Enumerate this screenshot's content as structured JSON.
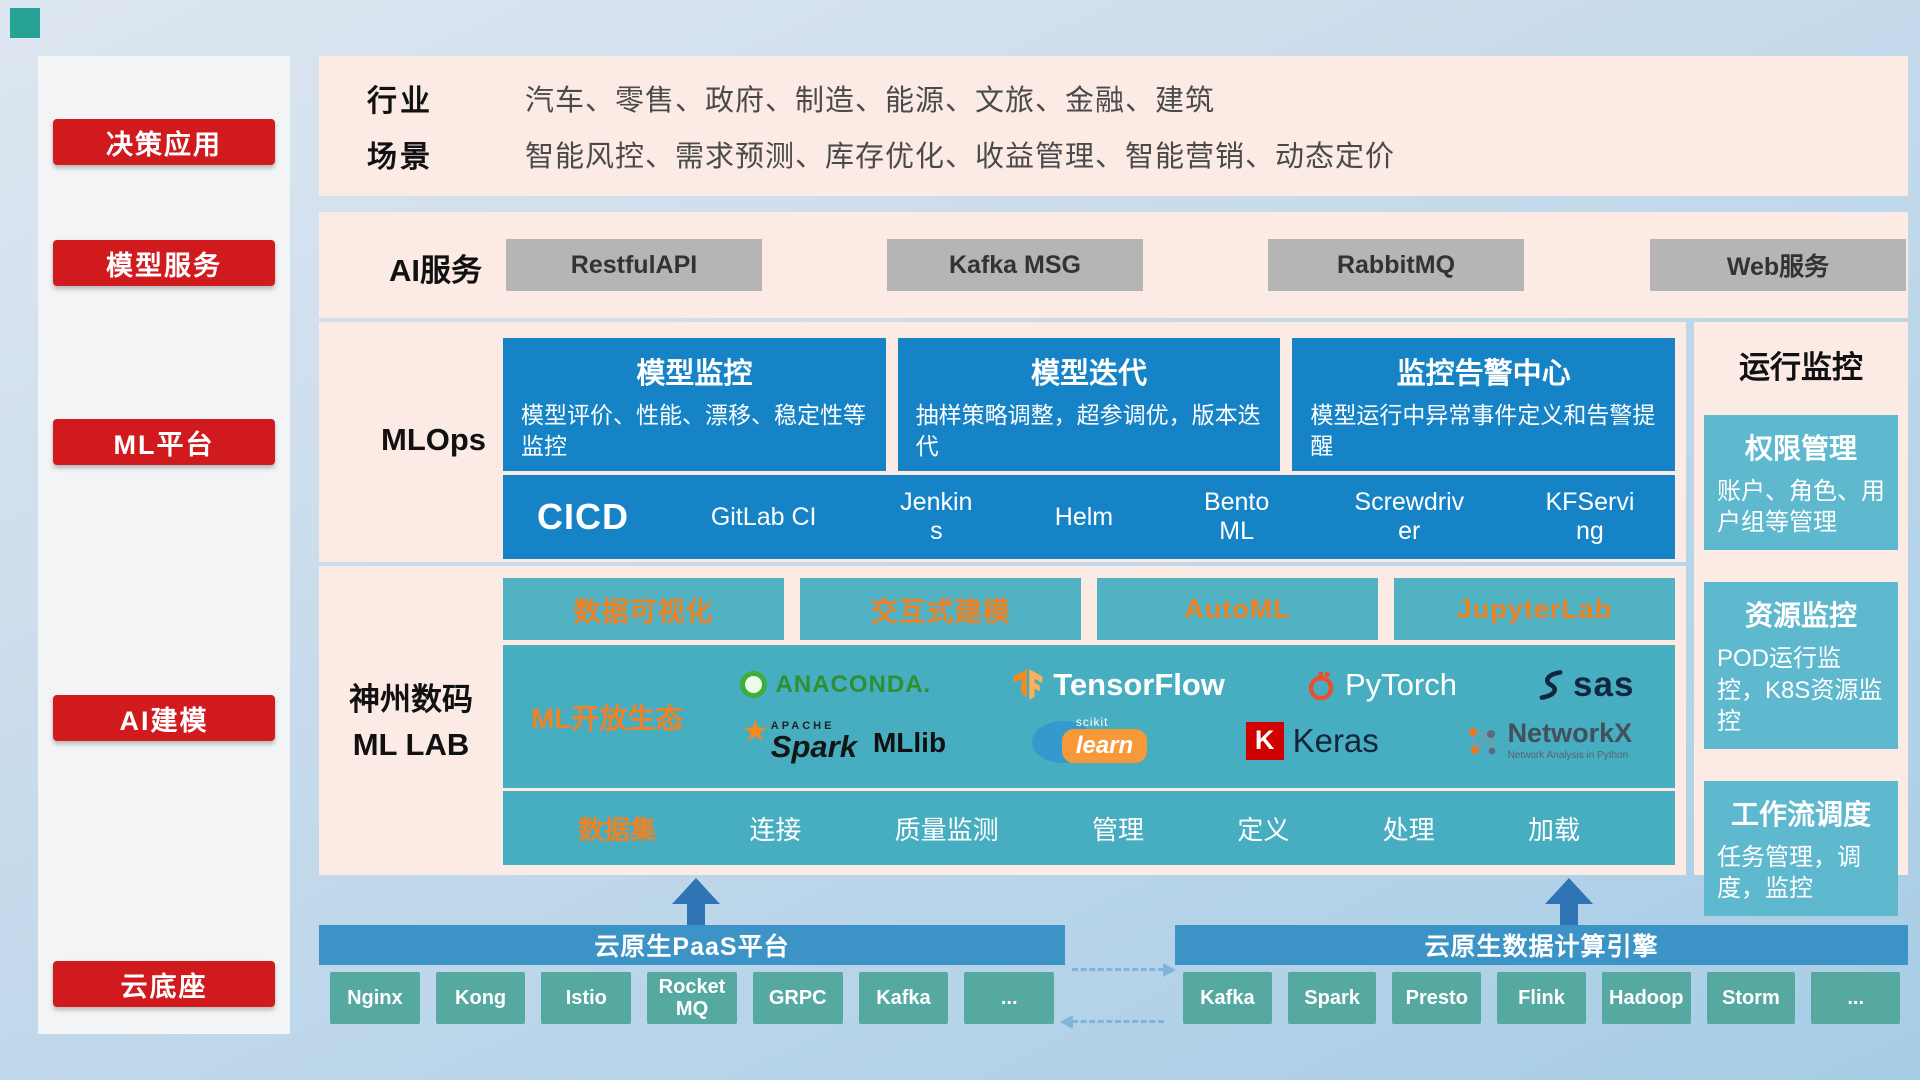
{
  "colors": {
    "accent_red": "#d11a1d",
    "card_blue": "#1583c6",
    "teal": "#47adc0",
    "orange": "#ee8325",
    "bar_blue": "#3b93c6",
    "chip_teal": "#55a9a0",
    "panel_teal": "#5eb9cf",
    "section_pink": "#fcebe5"
  },
  "sidebar": {
    "items": [
      {
        "label": "决策应用"
      },
      {
        "label": "模型服务"
      },
      {
        "label": "ML平台"
      },
      {
        "label": "AI建模"
      },
      {
        "label": "云底座"
      }
    ]
  },
  "industry": {
    "rows": [
      {
        "label": "行业",
        "text": "汽车、零售、政府、制造、能源、文旅、金融、建筑"
      },
      {
        "label": "场景",
        "text": "智能风控、需求预测、库存优化、收益管理、智能营销、动态定价"
      }
    ]
  },
  "ai_service": {
    "label": "AI服务",
    "buttons": [
      "RestfulAPI",
      "Kafka MSG",
      "RabbitMQ",
      "Web服务"
    ]
  },
  "mlops": {
    "label": "MLOps",
    "cards": [
      {
        "title": "模型监控",
        "desc": "模型评价、性能、漂移、稳定性等监控"
      },
      {
        "title": "模型迭代",
        "desc": "抽样策略调整，超参调优，版本迭代"
      },
      {
        "title": "监控告警中心",
        "desc": "模型运行中异常事件定义和告警提醒"
      }
    ],
    "cicd_label": "CICD",
    "cicd_items": [
      "GitLab CI",
      "Jenkins",
      "Helm",
      "BentoML",
      "Screwdriver",
      "KFServing"
    ]
  },
  "mllab": {
    "label_line1": "神州数码",
    "label_line2": "ML LAB",
    "top_buttons": [
      "数据可视化",
      "交互式建模",
      "AutoML",
      "JupyterLab"
    ],
    "eco_label": "ML开放生态",
    "logos": {
      "anaconda": "ANACONDA.",
      "tensorflow": "TensorFlow",
      "pytorch": "PyTorch",
      "sas": "sas",
      "spark_apache": "APACHE",
      "spark": "Spark",
      "mllib": "MLlib",
      "scikit_top": "scikit",
      "scikit_learn": "learn",
      "keras_k": "K",
      "keras": "Keras",
      "networkx": "NetworkX",
      "networkx_sub": "Network Analysis in Python"
    },
    "dataset_items": [
      "数据集",
      "连接",
      "质量监测",
      "管理",
      "定义",
      "处理",
      "加载"
    ]
  },
  "monitor": {
    "title": "运行监控",
    "cards": [
      {
        "title": "权限管理",
        "desc": "账户、角色、用户组等管理"
      },
      {
        "title": "资源监控",
        "desc": "POD运行监控，K8S资源监控"
      },
      {
        "title": "工作流调度",
        "desc": "任务管理，调度，监控"
      }
    ]
  },
  "foundation": {
    "paas_title": "云原生PaaS平台",
    "paas_items": [
      "Nginx",
      "Kong",
      "Istio",
      "RocketMQ",
      "GRPC",
      "Kafka",
      "..."
    ],
    "engine_title": "云原生数据计算引擎",
    "engine_items": [
      "Kafka",
      "Spark",
      "Presto",
      "Flink",
      "Hadoop",
      "Storm",
      "..."
    ]
  }
}
